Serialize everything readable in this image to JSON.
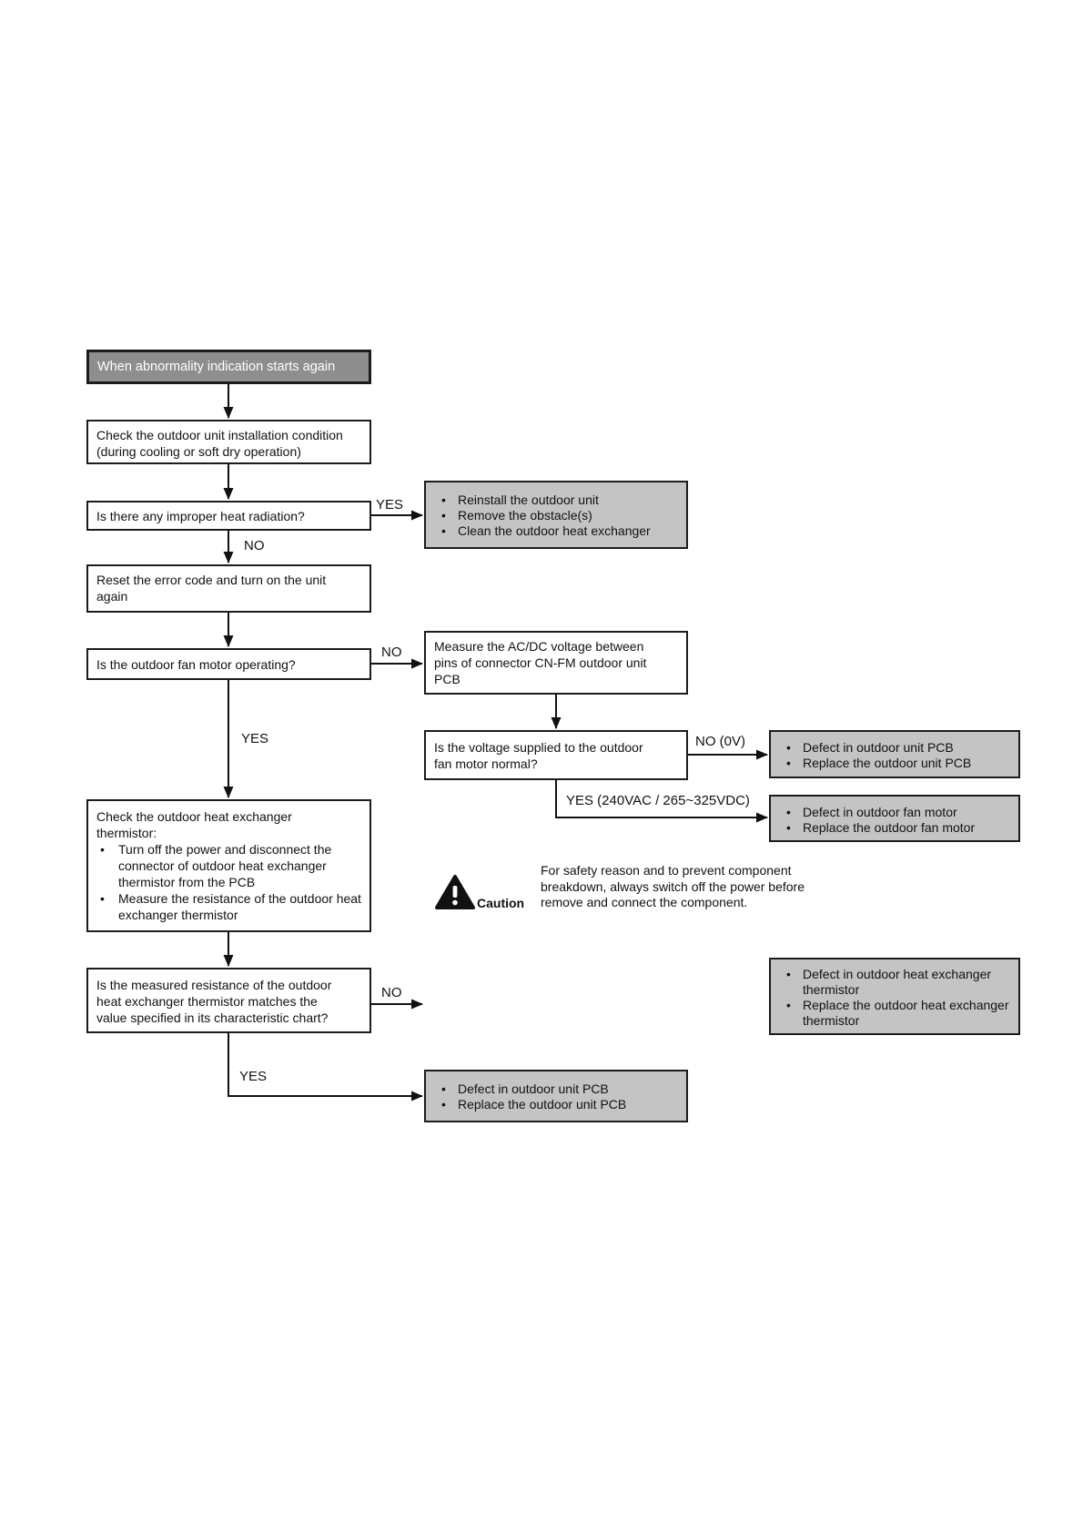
{
  "diagram": {
    "title": "Troubleshooting flowchart",
    "colors": {
      "start_fill": "#8e8e8e",
      "start_text": "#ffffff",
      "result_fill": "#c4c4c4",
      "border": "#1c1c1c",
      "line": "#111111"
    },
    "nodes": {
      "start": {
        "text": "When abnormality indication starts again"
      },
      "check_install": {
        "lines": [
          "Check the outdoor unit installation condition",
          "(during cooling or soft dry operation)"
        ]
      },
      "heat_radiation_q": {
        "text": "Is there any improper heat radiation?"
      },
      "reinstall": {
        "items": [
          "Reinstall the outdoor unit",
          "Remove the obstacle(s)",
          "Clean the outdoor heat exchanger"
        ]
      },
      "reset": {
        "lines": [
          "Reset the error code and turn on the unit",
          "again"
        ]
      },
      "fan_operating_q": {
        "text": "Is the outdoor fan motor operating?"
      },
      "measure_voltage": {
        "lines": [
          "Measure the AC/DC voltage between",
          "pins of connector CN-FM outdoor unit",
          "PCB"
        ]
      },
      "voltage_normal_q": {
        "lines": [
          "Is the voltage supplied to the outdoor",
          "fan motor normal?"
        ]
      },
      "defect_pcb_1": {
        "items": [
          "Defect in outdoor unit PCB",
          "Replace the outdoor unit PCB"
        ]
      },
      "defect_fan_motor": {
        "items": [
          "Defect in outdoor fan motor",
          "Replace the outdoor fan motor"
        ]
      },
      "check_thermistor": {
        "heading_lines": [
          "Check the outdoor heat exchanger",
          "thermistor:"
        ],
        "items": [
          "Turn off the power and disconnect the connector of outdoor heat exchanger thermistor from the PCB",
          "Measure the resistance of the outdoor heat exchanger thermistor"
        ]
      },
      "resistance_q": {
        "lines": [
          "Is the measured resistance of the outdoor",
          "heat exchanger thermistor matches the",
          "value specified in its characteristic chart?"
        ]
      },
      "defect_thermistor": {
        "items": [
          "Defect in outdoor heat exchanger thermistor",
          "Replace the outdoor heat exchanger thermistor"
        ]
      },
      "defect_pcb_final": {
        "items": [
          "Defect in outdoor unit PCB",
          "Replace the outdoor unit PCB"
        ]
      }
    },
    "edge_labels": {
      "heat_yes": "YES",
      "heat_no": "NO",
      "fan_no": "NO",
      "fan_yes": "YES",
      "voltage_no": "NO (0V)",
      "voltage_yes": "YES (240VAC / 265~325VDC)",
      "resistance_no": "NO",
      "resistance_yes": "YES"
    },
    "caution": {
      "label": "Caution",
      "lines": [
        "For safety reason and to prevent component",
        "breakdown, always switch off the power before",
        "remove and connect the component."
      ]
    }
  }
}
